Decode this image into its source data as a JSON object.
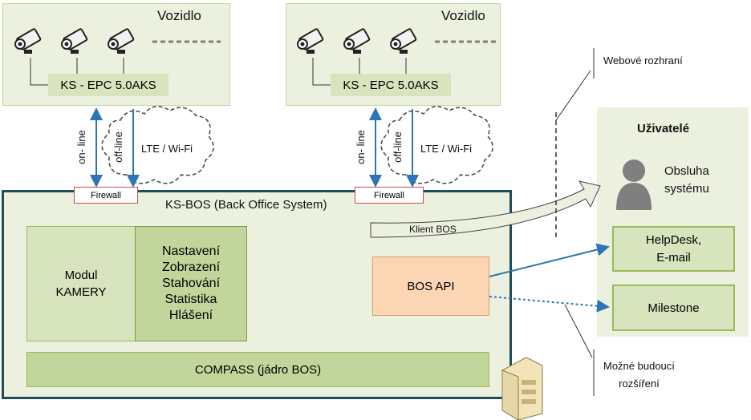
{
  "vehicles": [
    {
      "title": "Vozidlo",
      "controller": "KS -  EPC 5.0AKS",
      "link_online": "on- line",
      "link_offline": "off-line",
      "wireless": "LTE / Wi-Fi",
      "firewall": "Firewall"
    },
    {
      "title": "Vozidlo",
      "controller": "KS -  EPC 5.0AKS",
      "link_online": "on- line",
      "link_offline": "off-line",
      "wireless": "LTE / Wi-Fi",
      "firewall": "Firewall"
    }
  ],
  "bos": {
    "title": "KS-BOS (Back Office System)",
    "module_label": "Modul\nKAMERY",
    "functions": [
      "Nastavení",
      "Zobrazení",
      "Stahování",
      "Statistika",
      "Hlášení"
    ],
    "core": "COMPASS (jádro BOS)",
    "api": "BOS API",
    "client": "Klient BOS"
  },
  "users": {
    "title": "Uživatelé",
    "operator": "Obsluha\nsystému",
    "helpdesk": "HelpDesk,\nE-mail",
    "milestone": "Milestone"
  },
  "annotations": {
    "web": "Webové rozhraní",
    "future": "Možné budoucí\nrozšíření"
  },
  "colors": {
    "panel_fill": "#ebf1de",
    "panel_border": "#c4d79b",
    "bos_border": "#1f4e5a",
    "module_fill": "#d7e4bd",
    "api_fill": "#fcd5b5",
    "link_blue": "#2e75b6"
  }
}
